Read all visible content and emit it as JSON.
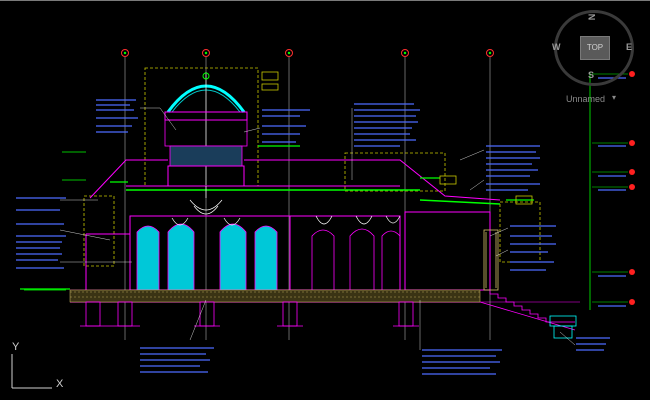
{
  "viewcube": {
    "face": "TOP",
    "north": "N",
    "south": "S",
    "east": "E",
    "west": "W"
  },
  "ucs": {
    "label": "Unnamed",
    "chevron": "▾"
  },
  "axes": {
    "y": "Y",
    "x": "X"
  },
  "colors": {
    "background": "#000000",
    "outline": "#ff00ff",
    "glass": "#00ffff",
    "dome": "#00ffff",
    "annotation": "#4d6bff",
    "leader": "#ffffff",
    "grid_bubble": "#ff3030",
    "hatch": "#d8c36a",
    "green": "#00ff00",
    "yellow_dash": "#c8c800",
    "red": "#ff2020",
    "gray": "#9a9a9a"
  },
  "icons": {
    "grid_bubble": "circled-number-icon",
    "level_marker": "elevation-marker-icon",
    "section_tag": "section-tag-icon"
  }
}
